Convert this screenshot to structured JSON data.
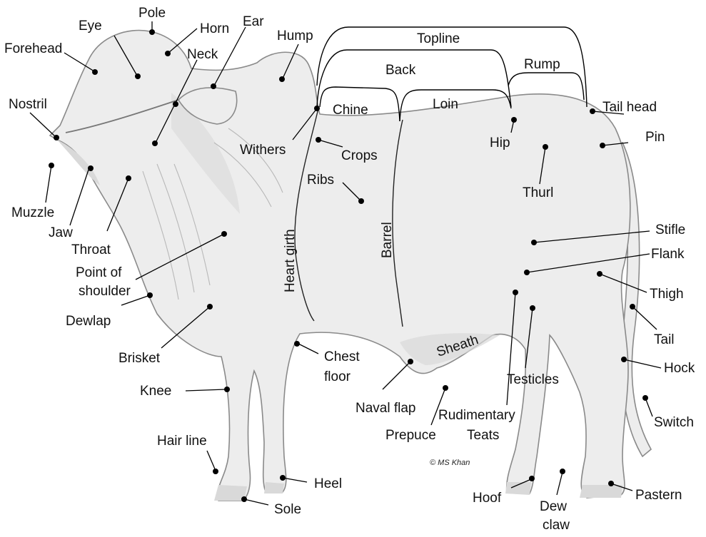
{
  "credit": "© MS Khan",
  "labels": {
    "pole": "Pole",
    "eye": "Eye",
    "horn": "Horn",
    "ear": "Ear",
    "forehead": "Forehead",
    "neck": "Neck",
    "hump": "Hump",
    "topline": "Topline",
    "back": "Back",
    "rump": "Rump",
    "chine": "Chine",
    "loin": "Loin",
    "tail_head": "Tail head",
    "nostril": "Nostril",
    "withers": "Withers",
    "crops": "Crops",
    "hip": "Hip",
    "pin": "Pin",
    "ribs": "Ribs",
    "thurl": "Thurl",
    "muzzle": "Muzzle",
    "jaw": "Jaw",
    "throat": "Throat",
    "heart_girth": "Heart girth",
    "barrel": "Barrel",
    "stifle": "Stifle",
    "flank": "Flank",
    "point_of": "Point of",
    "shoulder": "shoulder",
    "thigh": "Thigh",
    "dewlap": "Dewlap",
    "sheath": "Sheath",
    "tail": "Tail",
    "brisket": "Brisket",
    "chest": "Chest",
    "floor": "floor",
    "hock": "Hock",
    "testicles": "Testicles",
    "knee": "Knee",
    "switch": "Switch",
    "naval_flap": "Naval flap",
    "rudimentary": "Rudimentary",
    "teats": "Teats",
    "prepuce": "Prepuce",
    "hair_line": "Hair line",
    "heel": "Heel",
    "hoof": "Hoof",
    "dew": "Dew",
    "claw": "claw",
    "pastern": "Pastern",
    "sole": "Sole"
  }
}
